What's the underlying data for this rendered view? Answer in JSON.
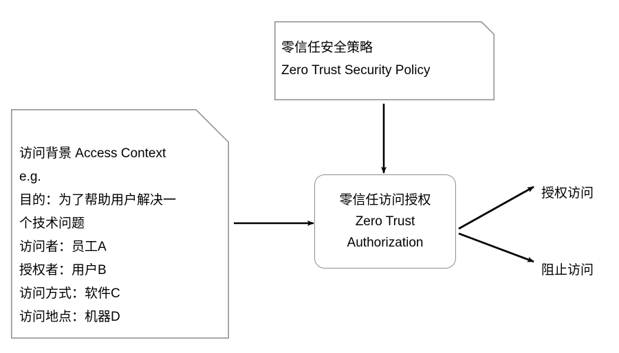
{
  "diagram": {
    "title_semantic": "zero-trust-authorization-flow",
    "background_color": "#ffffff",
    "shape_border_color": "#8c8c8c",
    "connector_color": "#000000",
    "text_color": "#000000"
  },
  "policy_note": {
    "shape": "note-folded-corner",
    "lines": [
      "零信任安全策略",
      "Zero Trust Security Policy"
    ]
  },
  "context_note": {
    "shape": "note-folded-corner",
    "lines": [
      "访问背景 Access Context",
      "e.g.",
      "目的：为了帮助用户解决一",
      "个技术问题",
      "访问者：员工A",
      "授权者：用户B",
      "访问方式：软件C",
      "访问地点：机器D"
    ]
  },
  "authorization_box": {
    "shape": "rounded-rectangle",
    "lines": [
      "零信任访问授权",
      "Zero Trust",
      "Authorization"
    ]
  },
  "outcomes": {
    "allow_label": "授权访问",
    "deny_label": "阻止访问"
  },
  "connectors": [
    {
      "name": "policy-to-authorization",
      "direction": "down",
      "label": ""
    },
    {
      "name": "context-to-authorization",
      "direction": "right",
      "label": ""
    },
    {
      "name": "authorization-to-allow",
      "direction": "up-right",
      "label": ""
    },
    {
      "name": "authorization-to-deny",
      "direction": "down-right",
      "label": ""
    }
  ]
}
